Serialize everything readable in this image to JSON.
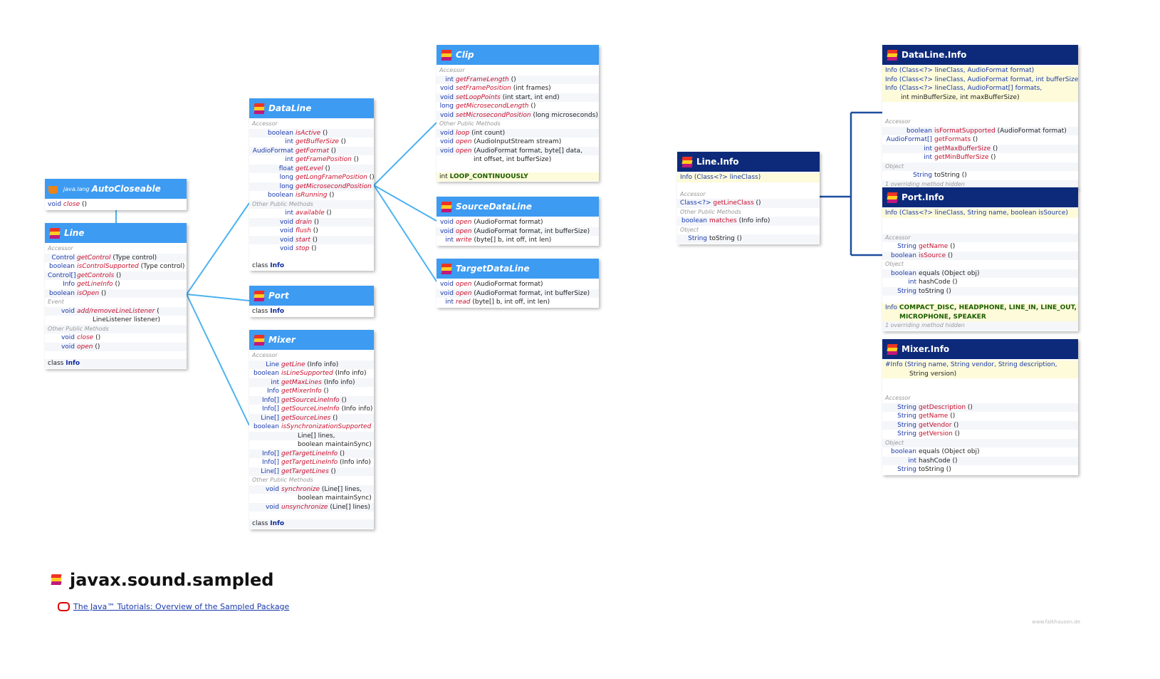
{
  "title": "javax.sound.sampled",
  "tutorial_link": "The Java™ Tutorials: Overview of the Sampled Package",
  "watermark": "www.falkhausen.de",
  "colors": {
    "interface_header": "#3d9bf2",
    "class_header": "#0d2a7a",
    "link_line": "#4db3f0",
    "class_link_line": "#1d4fa0"
  },
  "autocloseable": {
    "pkg": "java.lang",
    "name": "AutoCloseable",
    "close": "close",
    "void": "void"
  },
  "line": {
    "name": "Line",
    "accessor": "Accessor",
    "r1": [
      "Control",
      "getControl",
      "(Type control)"
    ],
    "r2": [
      "boolean",
      "isControlSupported",
      "(Type control)"
    ],
    "r3": [
      "Control[]",
      "getControls",
      "()"
    ],
    "r4": [
      "Info",
      "getLineInfo",
      "()"
    ],
    "r5": [
      "boolean",
      "isOpen",
      "()"
    ],
    "event": "Event",
    "r6": [
      "void",
      "add/removeLineListener",
      "("
    ],
    "r6b": "LineListener listener)",
    "other": "Other Public Methods",
    "r7": [
      "void",
      "close",
      "()"
    ],
    "r8": [
      "void",
      "open",
      "()"
    ],
    "cls": "class",
    "info": "Info"
  },
  "dataline": {
    "name": "DataLine",
    "accessor": "Accessor",
    "rows": [
      [
        "boolean",
        "isActive",
        "()"
      ],
      [
        "int",
        "getBufferSize",
        "()"
      ],
      [
        "AudioFormat",
        "getFormat",
        "()"
      ],
      [
        "int",
        "getFramePosition",
        "()"
      ],
      [
        "float",
        "getLevel",
        "()"
      ],
      [
        "long",
        "getLongFramePosition",
        "()"
      ],
      [
        "long",
        "getMicrosecondPosition",
        "()"
      ],
      [
        "boolean",
        "isRunning",
        "()"
      ]
    ],
    "other": "Other Public Methods",
    "rows2": [
      [
        "int",
        "available",
        "()"
      ],
      [
        "void",
        "drain",
        "()"
      ],
      [
        "void",
        "flush",
        "()"
      ],
      [
        "void",
        "start",
        "()"
      ],
      [
        "void",
        "stop",
        "()"
      ]
    ],
    "cls": "class",
    "info": "Info"
  },
  "port": {
    "name": "Port",
    "cls": "class",
    "info": "Info"
  },
  "mixer": {
    "name": "Mixer",
    "accessor": "Accessor",
    "rows": [
      [
        "Line",
        "getLine",
        "(Info info)"
      ],
      [
        "boolean",
        "isLineSupported",
        "(Info info)"
      ],
      [
        "int",
        "getMaxLines",
        "(Info info)"
      ],
      [
        "Info",
        "getMixerInfo",
        "()"
      ],
      [
        "Info[]",
        "getSourceLineInfo",
        "()"
      ],
      [
        "Info[]",
        "getSourceLineInfo",
        "(Info info)"
      ],
      [
        "Line[]",
        "getSourceLines",
        "()"
      ],
      [
        "boolean",
        "isSynchronizationSupported",
        "("
      ]
    ],
    "sync_b": "Line[] lines,",
    "sync_c": "boolean maintainSync)",
    "rows2": [
      [
        "Info[]",
        "getTargetLineInfo",
        "()"
      ],
      [
        "Info[]",
        "getTargetLineInfo",
        "(Info info)"
      ],
      [
        "Line[]",
        "getTargetLines",
        "()"
      ]
    ],
    "other": "Other Public Methods",
    "rows3": [
      [
        "void",
        "synchronize",
        "(Line[] lines,"
      ]
    ],
    "syn_b": "boolean maintainSync)",
    "rows4": [
      [
        "void",
        "unsynchronize",
        "(Line[] lines)"
      ]
    ],
    "cls": "class",
    "info": "Info"
  },
  "clip": {
    "name": "Clip",
    "accessor": "Accessor",
    "rows": [
      [
        "int",
        "getFrameLength",
        "()"
      ],
      [
        "void",
        "setFramePosition",
        "(int frames)"
      ],
      [
        "void",
        "setLoopPoints",
        "(int start, int end)"
      ],
      [
        "long",
        "getMicrosecondLength",
        "()"
      ],
      [
        "void",
        "setMicrosecondPosition",
        "(long microseconds)"
      ]
    ],
    "other": "Other Public Methods",
    "rows2": [
      [
        "void",
        "loop",
        "(int count)"
      ],
      [
        "void",
        "open",
        "(AudioInputStream stream)"
      ],
      [
        "void",
        "open",
        "(AudioFormat format, byte[] data,"
      ]
    ],
    "open_b": "int offset, int bufferSize)",
    "const_type": "int",
    "const_name": "LOOP_CONTINUOUSLY"
  },
  "sourcedataline": {
    "name": "SourceDataLine",
    "rows": [
      [
        "void",
        "open",
        "(AudioFormat format)"
      ],
      [
        "void",
        "open",
        "(AudioFormat format, int bufferSize)"
      ],
      [
        "int",
        "write",
        "(byte[] b, int off, int len)"
      ]
    ]
  },
  "targetdataline": {
    "name": "TargetDataLine",
    "rows": [
      [
        "void",
        "open",
        "(AudioFormat format)"
      ],
      [
        "void",
        "open",
        "(AudioFormat format, int bufferSize)"
      ],
      [
        "int",
        "read",
        "(byte[] b, int off, int len)"
      ]
    ]
  },
  "lineinfo": {
    "name": "Line.Info",
    "ctor": "Info (Class<?> lineClass)",
    "accessor": "Accessor",
    "r1": [
      "Class<?>",
      "getLineClass",
      "()"
    ],
    "other": "Other Public Methods",
    "r2": [
      "boolean",
      "matches",
      "(Info info)"
    ],
    "object": "Object",
    "r3": [
      "String",
      "toString",
      "()"
    ]
  },
  "datalineinfo": {
    "name": "DataLine.Info",
    "c1": "Info (Class<?> lineClass, AudioFormat format)",
    "c2": "Info (Class<?> lineClass, AudioFormat format, int bufferSize)",
    "c3": "Info (Class<?> lineClass, AudioFormat[] formats,",
    "c3b": "int minBufferSize, int maxBufferSize)",
    "accessor": "Accessor",
    "rows": [
      [
        "boolean",
        "isFormatSupported",
        "(AudioFormat format)"
      ],
      [
        "AudioFormat[]",
        "getFormats",
        "()"
      ],
      [
        "int",
        "getMaxBufferSize",
        "()"
      ],
      [
        "int",
        "getMinBufferSize",
        "()"
      ]
    ],
    "object": "Object",
    "r_obj": [
      "String",
      "toString",
      "()"
    ],
    "hidden": "1 overriding method hidden"
  },
  "portinfo": {
    "name": "Port.Info",
    "ctor": "Info (Class<?> lineClass, String name, boolean isSource)",
    "accessor": "Accessor",
    "rows": [
      [
        "String",
        "getName",
        "()"
      ],
      [
        "boolean",
        "isSource",
        "()"
      ]
    ],
    "object": "Object",
    "rows2": [
      [
        "boolean",
        "equals",
        "(Object obj)"
      ],
      [
        "int",
        "hashCode",
        "()"
      ],
      [
        "String",
        "toString",
        "()"
      ]
    ],
    "const_type": "Info",
    "const1": "COMPACT_DISC, HEADPHONE, LINE_IN, LINE_OUT,",
    "const2": "MICROPHONE, SPEAKER",
    "hidden": "1 overriding method hidden"
  },
  "mixerinfo": {
    "name": "Mixer.Info",
    "ctor": "#Info (String name, String vendor, String description,",
    "ctor_b": "String version)",
    "accessor": "Accessor",
    "rows": [
      [
        "String",
        "getDescription",
        "()"
      ],
      [
        "String",
        "getName",
        "()"
      ],
      [
        "String",
        "getVendor",
        "()"
      ],
      [
        "String",
        "getVersion",
        "()"
      ]
    ],
    "object": "Object",
    "rows2": [
      [
        "boolean",
        "equals",
        "(Object obj)"
      ],
      [
        "int",
        "hashCode",
        "()"
      ],
      [
        "String",
        "toString",
        "()"
      ]
    ]
  }
}
